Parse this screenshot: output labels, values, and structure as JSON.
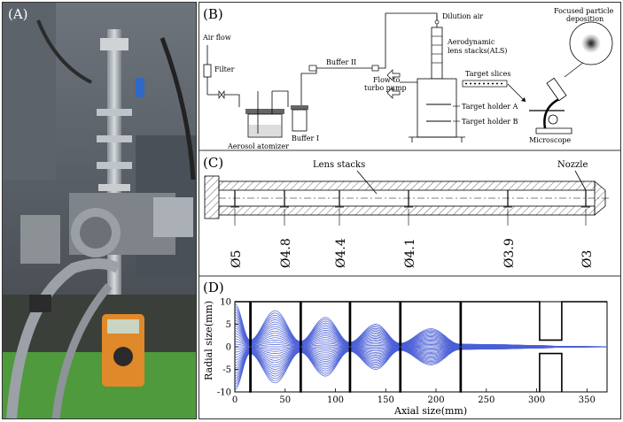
{
  "panel_a": {
    "label": "(A)"
  },
  "panel_b": {
    "label": "(B)",
    "air_flow": "Air flow",
    "filter": "Filter",
    "aerosol_atomizer": "Aerosol atomizer",
    "buffer_1": "Buffer I",
    "buffer_2": "Buffer II",
    "dilution_air": "Dilution air",
    "als_line1": "Aerodynamic",
    "als_line2": "lens stacks(ALS)",
    "flow_line1": "Flow to",
    "flow_line2": "turbo pump",
    "target_slices": "Target slices",
    "target_holder_a": "Target holder A",
    "target_holder_b": "Target holder B",
    "microscope": "Microscope",
    "focused_line1": "Focused particle",
    "focused_line2": "deposition"
  },
  "panel_c": {
    "label": "(C)",
    "lens_stacks": "Lens stacks",
    "nozzle": "Nozzle",
    "diameters": [
      "Ø5",
      "Ø4.8",
      "Ø4.4",
      "Ø4.1",
      "Ø3.9",
      "Ø3"
    ]
  },
  "panel_d": {
    "label": "(D)"
  },
  "chart_data": {
    "type": "line",
    "xlabel": "Axial size(mm)",
    "ylabel": "Radial size(mm)",
    "xlim": [
      0,
      370
    ],
    "ylim": [
      -10,
      10
    ],
    "xticks": [
      0,
      50,
      100,
      150,
      200,
      250,
      300,
      350
    ],
    "yticks": [
      -10,
      -5,
      0,
      5,
      10
    ],
    "geometry_outline": [
      [
        0,
        10
      ],
      [
        15,
        10
      ],
      [
        15,
        -10
      ],
      [
        16,
        -10
      ],
      [
        16,
        10
      ],
      [
        65,
        10
      ],
      [
        65,
        -10
      ],
      [
        66,
        -10
      ],
      [
        66,
        10
      ],
      [
        114,
        10
      ],
      [
        114,
        -10
      ],
      [
        115,
        -10
      ],
      [
        115,
        10
      ],
      [
        164,
        10
      ],
      [
        164,
        -10
      ],
      [
        165,
        -10
      ],
      [
        165,
        10
      ],
      [
        224,
        10
      ],
      [
        224,
        -10
      ],
      [
        225,
        -10
      ],
      [
        225,
        10
      ],
      [
        303,
        10
      ],
      [
        303,
        1.5
      ],
      [
        325,
        1.5
      ],
      [
        325,
        10
      ],
      [
        370,
        10
      ]
    ],
    "trajectory_envelope": [
      [
        0,
        9.5
      ],
      [
        15,
        1.5
      ],
      [
        40,
        8
      ],
      [
        65,
        1.2
      ],
      [
        90,
        6.5
      ],
      [
        114,
        1
      ],
      [
        140,
        5
      ],
      [
        164,
        0.8
      ],
      [
        195,
        4
      ],
      [
        224,
        0.6
      ],
      [
        260,
        0.5
      ],
      [
        303,
        0.3
      ],
      [
        325,
        0.1
      ],
      [
        370,
        0.05
      ]
    ],
    "trajectory_count": 16
  }
}
